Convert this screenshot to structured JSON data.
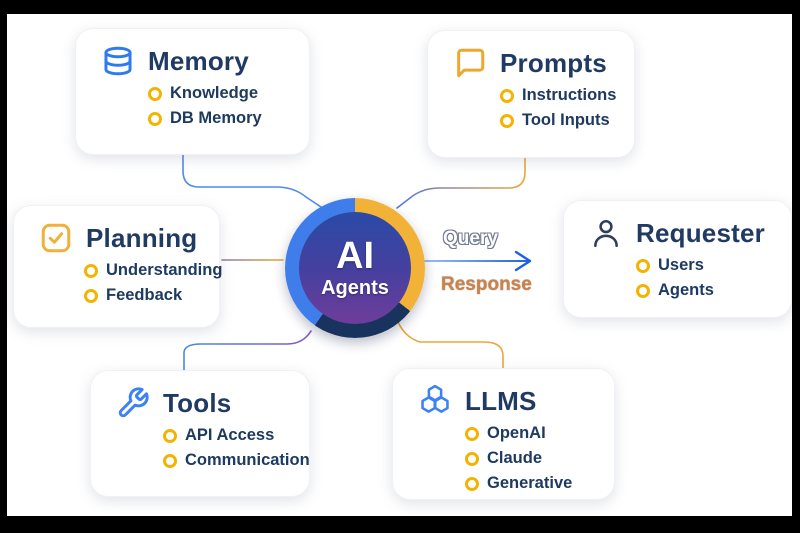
{
  "frame": {
    "color": "#000000"
  },
  "center": {
    "title": "AI",
    "subtitle": "Agents",
    "ring_colors": {
      "blue": "#3f7eea",
      "yellow": "#f2b237",
      "navy": "#17335e"
    },
    "fill_gradient": [
      "#2b4aa6",
      "#6f3d9a"
    ]
  },
  "flow": {
    "query_label": "Query",
    "response_label": "Response",
    "arrow_color": "#1e5fe6",
    "response_color": "#c8834e"
  },
  "cards": [
    {
      "title": "Memory",
      "icon": "database-icon",
      "icon_color": "#2f7af0",
      "items": [
        "Knowledge",
        "DB Memory"
      ]
    },
    {
      "title": "Prompts",
      "icon": "chat-bubble-icon",
      "icon_color": "#f0a62c",
      "items": [
        "Instructions",
        "Tool Inputs"
      ]
    },
    {
      "title": "Planning",
      "icon": "checkbox-icon",
      "icon_color": "#f0b03a",
      "items": [
        "Understanding",
        "Feedback"
      ]
    },
    {
      "title": "Requester",
      "icon": "person-icon",
      "icon_color": "#2e3f5e",
      "items": [
        "Users",
        "Agents"
      ]
    },
    {
      "title": "Tools",
      "icon": "wrench-icon",
      "icon_color": "#3b82f6",
      "items": [
        "API Access",
        "Communication"
      ]
    },
    {
      "title": "LLMS",
      "icon": "hexagons-icon",
      "icon_color": "#3b82f6",
      "items": [
        "OpenAI",
        "Claude",
        "Generative"
      ]
    }
  ],
  "palette": {
    "title_navy": "#203a64",
    "item_navy": "#1e3a60",
    "bullet_yellow": "#f5b301",
    "card_bg": "#ffffff",
    "connector_blue": "#4e8bec",
    "connector_orange": "#eaa63a",
    "connector_purple": "#8456c8"
  }
}
